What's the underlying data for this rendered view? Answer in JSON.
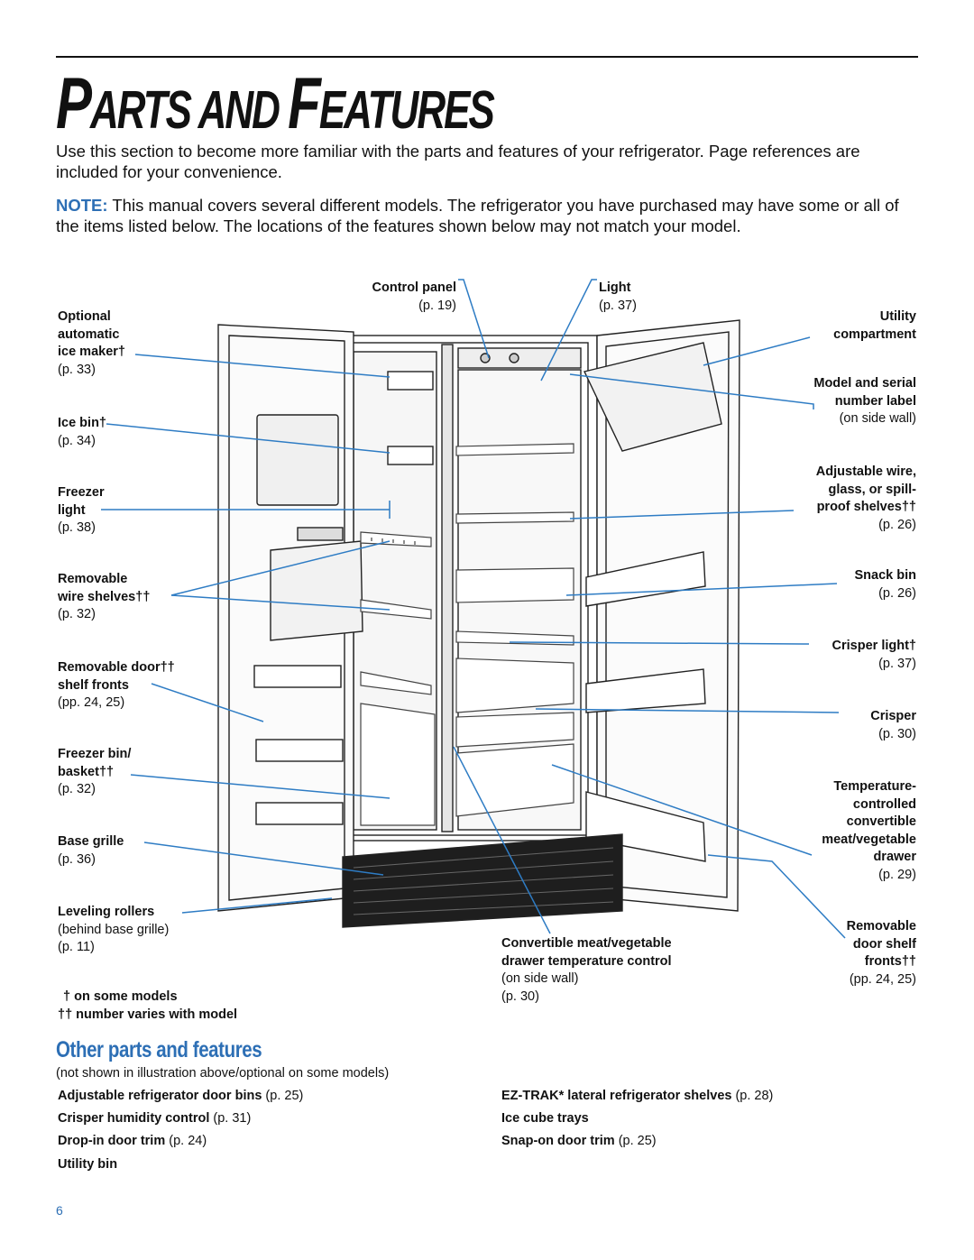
{
  "page": {
    "title_p1": "P",
    "title_r1": "ARTS AND ",
    "title_p2": "F",
    "title_r2": "EATURES",
    "intro": "Use this section to become more familiar with the parts and features of your refrigerator. Page references are included for your convenience.",
    "note_label": "NOTE:",
    "note_text": " This manual covers several different models. The refrigerator you have purchased may have some or all of the items listed below. The locations of the features shown below may not match your model.",
    "page_number": "6"
  },
  "left_labels": [
    {
      "name": "Optional automatic ice maker†",
      "ref": "(p. 33)"
    },
    {
      "name": "Ice bin†",
      "ref": "(p. 34)"
    },
    {
      "name": "Freezer light",
      "ref": "(p. 38)"
    },
    {
      "name": "Removable wire shelves††",
      "ref": "(p. 32)"
    },
    {
      "name": "Removable door†† shelf fronts",
      "ref": "(pp. 24, 25)"
    },
    {
      "name": "Freezer bin/ basket††",
      "ref": "(p. 32)"
    },
    {
      "name": "Base grille",
      "ref": "(p. 36)"
    },
    {
      "name": "Leveling rollers",
      "ref": "(behind base grille)\n(p. 11)"
    }
  ],
  "top_labels": [
    {
      "name": "Control panel",
      "ref": "(p. 19)"
    },
    {
      "name": "Light",
      "ref": "(p. 37)"
    }
  ],
  "right_labels": [
    {
      "name": "Utility compartment",
      "ref": ""
    },
    {
      "name": "Model and serial number label",
      "ref": "(on side wall)"
    },
    {
      "name": "Adjustable wire, glass, or spill-proof shelves††",
      "ref": "(p. 26)"
    },
    {
      "name": "Snack bin",
      "ref": "(p. 26)"
    },
    {
      "name": "Crisper light†",
      "ref": "(p. 37)"
    },
    {
      "name": "Crisper",
      "ref": "(p. 30)"
    },
    {
      "name": "Temperature-controlled convertible meat/vegetable drawer",
      "ref": "(p. 29)"
    },
    {
      "name": "Removable door shelf fronts††",
      "ref": "(pp. 24, 25)"
    }
  ],
  "bottom_label": {
    "name1": "Convertible meat/vegetable",
    "name2": "drawer temperature control",
    "ref1": "(on side wall)",
    "ref2": "(p. 30)"
  },
  "footnotes": {
    "dagger": "† on some models",
    "double_dagger": "†† number varies with model"
  },
  "other": {
    "heading": "Other parts and features",
    "note": "(not shown in illustration above/optional on some models)",
    "items_left": [
      {
        "name": "Adjustable refrigerator door bins",
        "ref": " (p. 25)"
      },
      {
        "name": "Crisper humidity control",
        "ref": " (p. 31)"
      },
      {
        "name": "Drop-in door trim",
        "ref": " (p. 24)"
      },
      {
        "name": "Utility bin",
        "ref": ""
      }
    ],
    "items_right": [
      {
        "name": "EZ-TRAK* lateral refrigerator shelves",
        "ref": " (p. 28)"
      },
      {
        "name": "Ice cube trays",
        "ref": ""
      },
      {
        "name": "Snap-on door trim",
        "ref": " (p. 25)"
      }
    ]
  },
  "colors": {
    "accent": "#2d6fb5",
    "leader": "#2e7cc4"
  }
}
